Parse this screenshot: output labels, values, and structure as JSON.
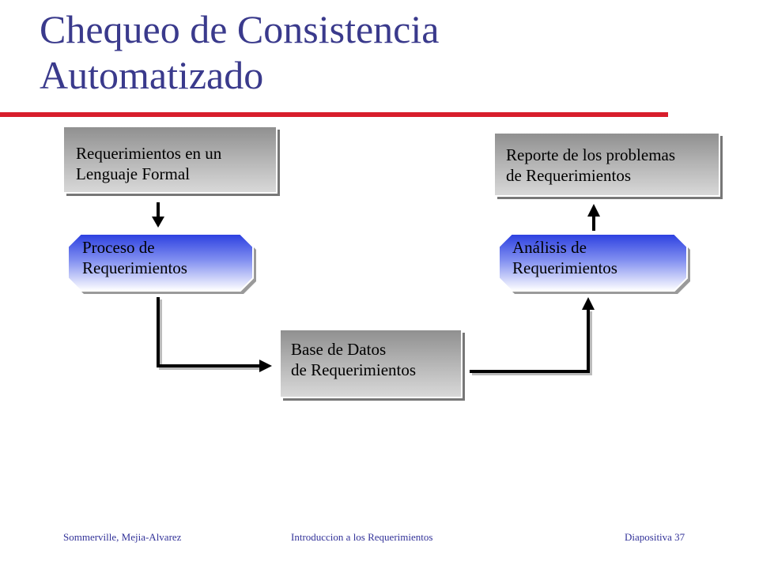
{
  "title": {
    "line1": "Chequeo de Consistencia",
    "line2": "Automatizado"
  },
  "diagram": {
    "requirements_formal": {
      "line1": "Requerimientos en un",
      "line2": "Lenguaje Formal"
    },
    "report": {
      "line1": "Reporte de los problemas",
      "line2": "de Requerimientos"
    },
    "process": {
      "line1": "Proceso de",
      "line2": "Requerimientos"
    },
    "analysis": {
      "line1": "Análisis de",
      "line2": "Requerimientos"
    },
    "database": {
      "line1": "Base de Datos",
      "line2": "de Requerimientos"
    }
  },
  "footer": {
    "authors": "Sommerville,  Mejia-Alvarez",
    "course": "Introduccion a los Requerimientos",
    "slide": "Diapositiva  37"
  },
  "colors": {
    "title": "#3a3a8c",
    "rule": "#d81e2c",
    "box_gray": "#a9a9a9",
    "process_blue": "#3b4ee0"
  }
}
